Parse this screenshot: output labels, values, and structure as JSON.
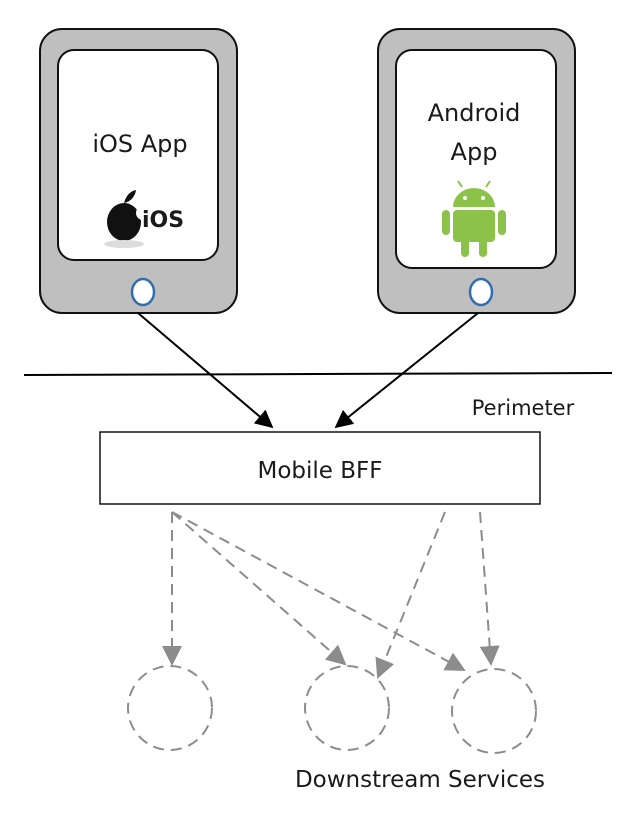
{
  "devices": {
    "ios": {
      "title": "iOS App",
      "logo_text": "iOS",
      "icon": "apple-logo"
    },
    "android": {
      "title_line1": "Android",
      "title_line2": "App",
      "icon": "android-robot"
    }
  },
  "perimeter": {
    "label": "Perimeter"
  },
  "bff": {
    "label": "Mobile BFF"
  },
  "services": {
    "label": "Downstream Services",
    "count": 3
  },
  "colors": {
    "device_body": "#bfbfbf",
    "device_outline": "#111111",
    "screen": "#ffffff",
    "home_button": "#2f6fb0",
    "android_green": "#8bc34a",
    "dashed_arrow": "#8c8c8c",
    "solid_arrow": "#000000"
  }
}
